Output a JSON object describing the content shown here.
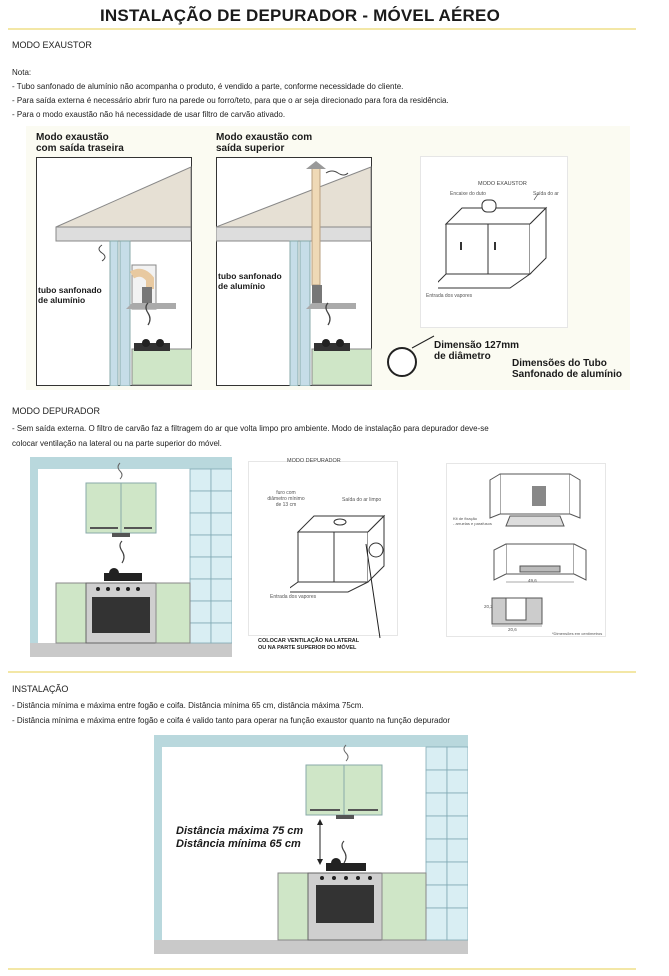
{
  "title": "INSTALAÇÃO DE DEPURADOR - MÓVEL AÉREO",
  "modo_exaustor": {
    "heading": "MODO EXAUSTOR",
    "nota_label": "Nota:",
    "notes": [
      "- Tubo sanfonado de alumínio não acompanha o produto, é vendido a parte, conforme necessidade do cliente.",
      "- Para saída externa é necessário abrir furo na parede ou forro/teto, para que o ar seja direcionado para fora da residência.",
      "- Para o modo exaustão não há necessidade de usar filtro de carvão ativado."
    ],
    "fig1": {
      "caption_line1": "Modo exaustão",
      "caption_line2": "com saída traseira",
      "label_line1": "tubo sanfonado",
      "label_line2": "de alumínio"
    },
    "fig2": {
      "caption_line1": "Modo exaustão com",
      "caption_line2": "saída superior",
      "label_line1": "tubo sanfonado",
      "label_line2": "de alumínio"
    },
    "fig3": {
      "heading": "MODO EXAUSTOR",
      "encaixe": "Encaixe do duto",
      "saida": "Saída do ar",
      "entrada": "Entrada dos vapores"
    },
    "dimensao_line1": "Dimensão 127mm",
    "dimensao_line2": "de diâmetro",
    "tubo_line1": "Dimensões do Tubo",
    "tubo_line2": "Sanfonado de alumínio"
  },
  "modo_depurador": {
    "heading": "MODO DEPURADOR",
    "text_line1": "- Sem saída externa. O filtro de carvão faz a filtragem do ar que volta limpo pro ambiente. Modo de instalação para depurador deve-se",
    "text_line2": "colocar ventilação na lateral ou na parte superior do móvel.",
    "fig_heading": "MODO DEPURADOR",
    "furo_line1": "furo com",
    "furo_line2": "diâmetro mínimo",
    "furo_line3": "de 13 cm",
    "saida_limpo": "Saída do ar limpo",
    "entrada": "Entrada dos vapores",
    "vent_line1": "COLOCAR VENTILAÇÃO NA LATERAL",
    "vent_line2": "OU NA PARTE SUPERIOR DO MÓVEL",
    "fixacao_line1": "Kit de fixação",
    "fixacao_line2": "- arruelas e parafusos",
    "dim_width": "49,6",
    "dim_height": "20,2",
    "dim_bottom": "20,6",
    "dim_note": "*Dimensões em centímetros"
  },
  "instalacao": {
    "heading": "INSTALAÇÃO",
    "line1": "- Distância mínima e máxima entre fogão e coifa. Distância mínima 65 cm, distância máxima 75cm.",
    "line2": "- Distância mínima e máxima entre fogão e coifa é valido tanto para operar na função exaustor quanto na função depurador",
    "dist_max": "Distância máxima 75 cm",
    "dist_min": "Distância mínima 65 cm"
  },
  "colors": {
    "rule": "#f3e7a6",
    "tile": "#d9eef3",
    "cabinet": "#cfe6c7",
    "wall": "#b9d8dd"
  }
}
